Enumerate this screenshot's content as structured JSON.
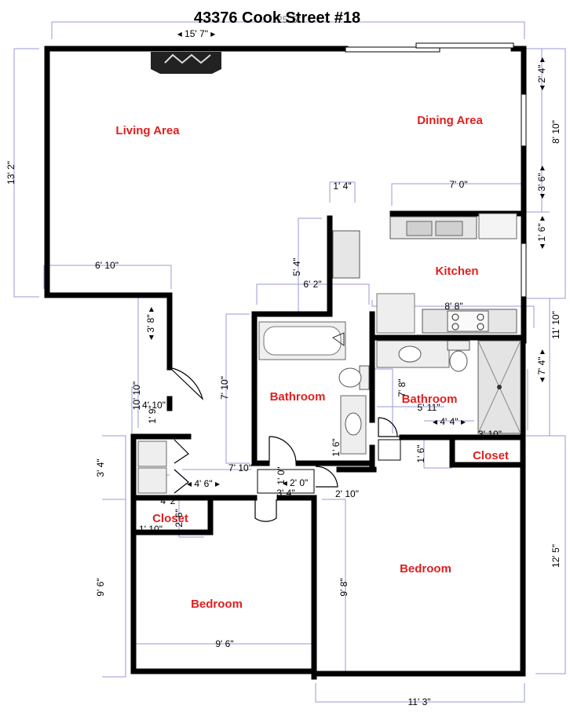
{
  "title": "43376 Cook Street #18",
  "rooms": {
    "living_area": "Living Area",
    "dining_area": "Dining Area",
    "kitchen": "Kitchen",
    "bathroom_left": "Bathroom",
    "bathroom_right": "Bathroom",
    "closet_right": "Closet",
    "closet_left": "Closet",
    "bedroom_left": "Bedroom",
    "bedroom_right": "Bedroom"
  },
  "dimensions": {
    "top_width": "◂ 15' 7\" ▸",
    "top_overlap": "25' 5\"",
    "left_height": "13' 2\"",
    "right_2_4": "◂ 2' 4\" ▸",
    "right_8_10": "8' 10\"",
    "right_3_6": "◂ 3' 6\" ▸",
    "right_1_6": "◂ 1' 6\" ▸",
    "right_11_10": "11' 10\"",
    "right_7_4": "◂ 7' 4\" ▸",
    "right_12_5": "12' 5\"",
    "kitchen_7_0": "7' 0\"",
    "kitchen_1_4": "1' 4\"",
    "living_6_10": "6' 10\"",
    "closet_5_4": "5' 4\"",
    "bath_6_2": "6' 2\"",
    "kitchen_8_8": "8' 8\"",
    "hall_3_8": "◂ 3' 8\" ▸",
    "bath_7_10": "7' 10\"",
    "hall_10_10": "10' 10\"",
    "hall_4_10": "4' 10\"",
    "hall_1_9": "1' 9\"",
    "bath2_7_8": "7' 8\"",
    "bath2_5_11": "5' 11\"",
    "bath2_4_4": "◂ 4' 4\" ▸",
    "closet_3_10": "3' 10\"",
    "closet_1_6": "1' 6\"",
    "hall_3_4": "3' 4\"",
    "hall_7_10": "7' 10\"",
    "hall_4_6": "◂ 4' 6\" ▸",
    "hall_2_0": "◂ 2' 0\"",
    "hall_1_0": "1' 0\"",
    "hall_3_4b": "3' 4\"",
    "bed_2_10": "2' 10\"",
    "bath_1_6": "1' 6\"",
    "closet_4_2": "4' 2\"",
    "closet_2_6": "2' 6\"",
    "closet_1_10": "1' 10\"",
    "bed_9_6_v": "9' 6\"",
    "bed_9_6_h": "9' 6\"",
    "bed_9_8": "9' 8\"",
    "bed_11_3": "11' 3\""
  }
}
